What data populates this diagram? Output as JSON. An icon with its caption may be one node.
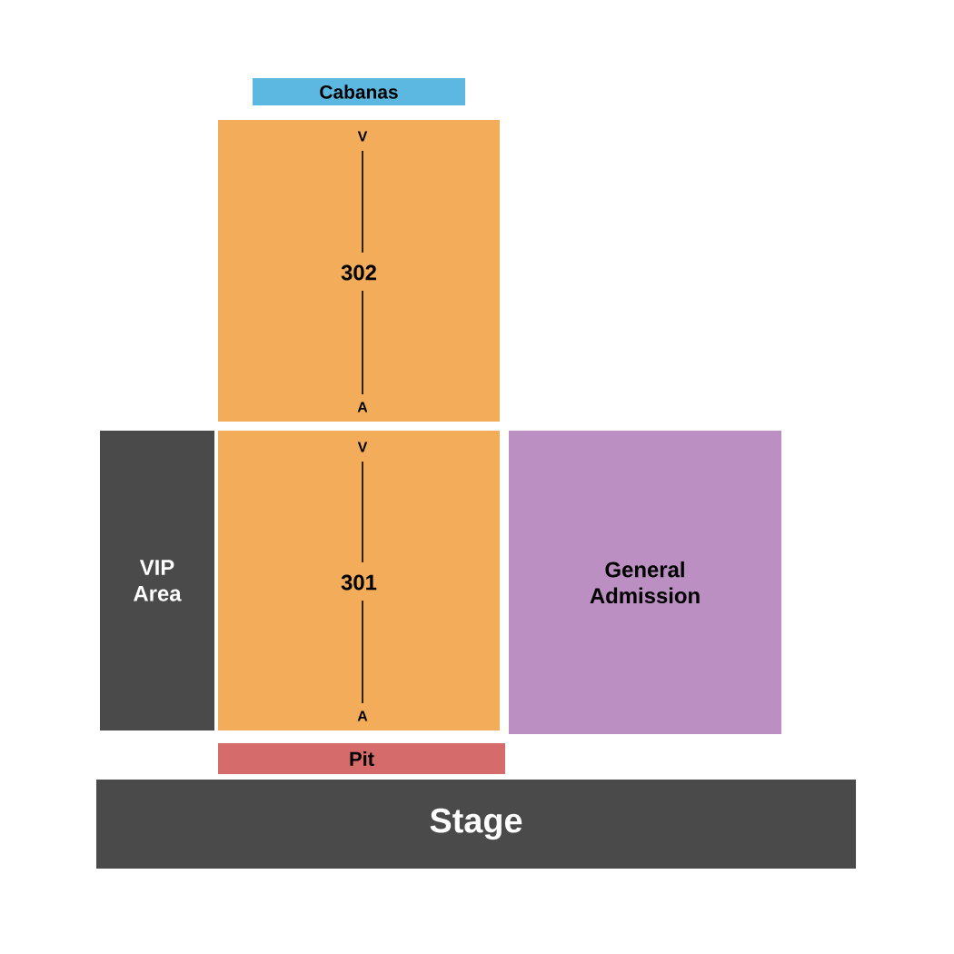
{
  "diagram": {
    "nodes": [
      {
        "text": [
          "Cabanas"
        ]
      },
      {
        "text": [
          "V",
          "302",
          "A"
        ]
      },
      {
        "text": [
          "VIP Area"
        ]
      },
      {
        "text": [
          "V",
          "301",
          "A"
        ]
      },
      {
        "text": [
          "General Admission"
        ]
      },
      {
        "text": [
          "Pit"
        ]
      },
      {
        "text": [
          "Stage"
        ]
      }
    ],
    "edges": []
  }
}
